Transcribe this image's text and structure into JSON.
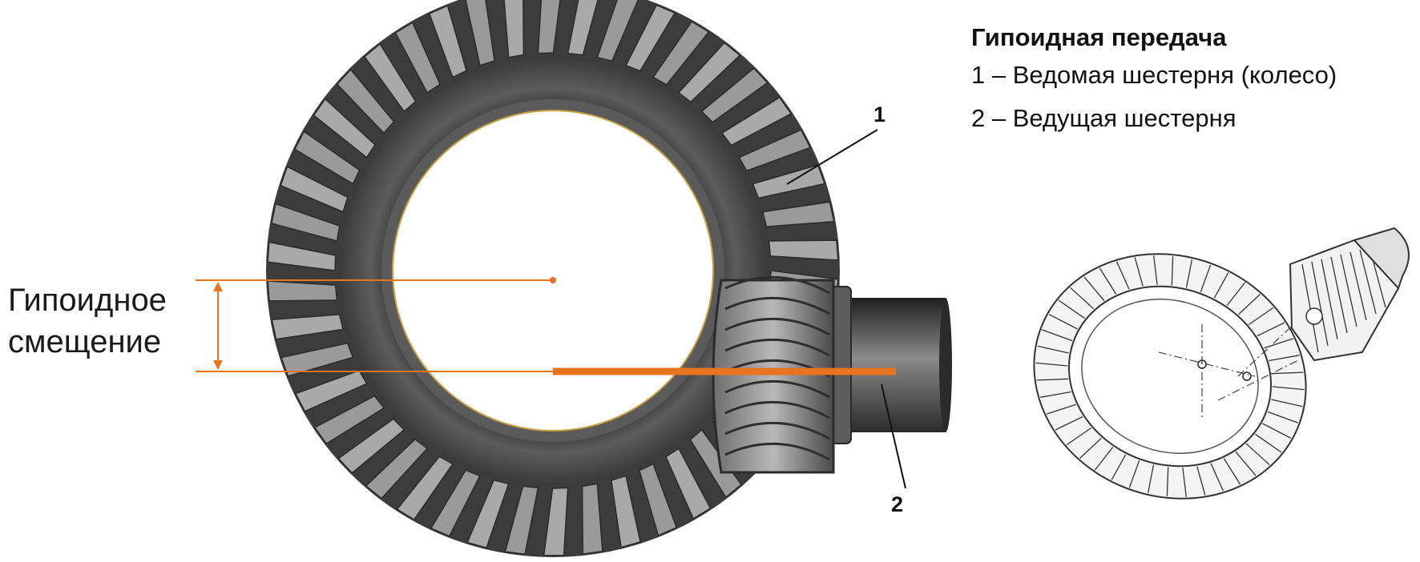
{
  "legend": {
    "title": "Гипоидная передача",
    "items": [
      "1 – Ведомая шестерня (колесо)",
      "2 – Ведущая шестерня"
    ]
  },
  "offset_label": {
    "line1": "Гипоидное",
    "line2": "смещение"
  },
  "callouts": {
    "ring_gear": "1",
    "pinion": "2"
  },
  "colors": {
    "accent_orange": "#e8741e",
    "gear_dark": "#3a3a3a",
    "gear_light": "#9a9a9a",
    "background": "#ffffff"
  }
}
